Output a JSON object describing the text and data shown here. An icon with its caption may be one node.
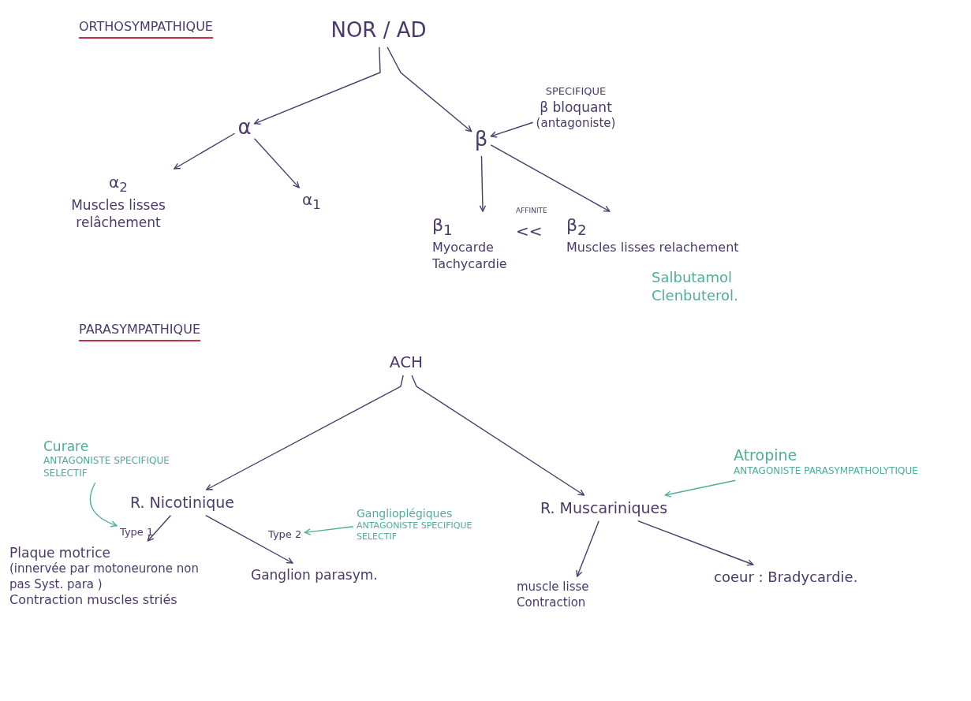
{
  "diagram": {
    "nodes": [
      {
        "text": [
          "NOR / AD"
        ]
      },
      {
        "text": [
          "α"
        ]
      },
      {
        "text": [
          "β"
        ]
      },
      {
        "text": [
          "α$_{2}$",
          "Muscles lisses relâchement"
        ]
      },
      {
        "text": [
          "α$_{1}$"
        ]
      },
      {
        "text": [
          "SPECIFIQUE",
          "β bloquant",
          "(antagoniste)"
        ]
      },
      {
        "text": [
          "β$_{1}$",
          "Myocarde Tachycardie"
        ]
      },
      {
        "text": [
          "β$_{2}$",
          "Muscles lisses relachement"
        ]
      },
      {
        "text": [
          "ACH"
        ]
      },
      {
        "text": [
          "R. Nicotinique"
        ]
      },
      {
        "text": [
          "R. Muscariniques"
        ]
      },
      {
        "text": [
          "Curare",
          "ANTAGONISTE SPECIFIQUE SELECTIF"
        ]
      },
      {
        "text": [
          "Type 1"
        ]
      },
      {
        "text": [
          "Plaque motrice",
          "(innervée par motoneurone non pas Syst. para )",
          "Contraction muscles striés"
        ]
      },
      {
        "text": [
          "Type 2"
        ]
      },
      {
        "text": [
          "Ganglioplégiques",
          "ANTAGONISTE SPECIFIQUE SELECTIF"
        ]
      },
      {
        "text": [
          "Ganglion parasym."
        ]
      },
      {
        "text": [
          "Atropine",
          "ANTAGONISTE PARASYMPATHOLYTIQUE"
        ]
      },
      {
        "text": [
          "muscle lisse Contraction"
        ]
      },
      {
        "text": [
          "coeur : Bradycardie."
        ]
      }
    ],
    "edges": [
      {
        "from": 0,
        "to": 1,
        "arrow": "to"
      },
      {
        "from": 0,
        "to": 2,
        "arrow": "to"
      },
      {
        "from": 1,
        "to": 3,
        "arrow": "to"
      },
      {
        "from": 1,
        "to": 4,
        "arrow": "to"
      },
      {
        "from": 5,
        "to": 2,
        "arrow": "to"
      },
      {
        "from": 2,
        "to": 6,
        "arrow": "to"
      },
      {
        "from": 2,
        "to": 7,
        "arrow": "to"
      },
      {
        "from": 8,
        "to": 9,
        "arrow": "to"
      },
      {
        "from": 8,
        "to": 10,
        "arrow": "to"
      },
      {
        "from": 11,
        "to": 12,
        "arrow": "to",
        "color": "#4fae9a"
      },
      {
        "from": 9,
        "to": 13,
        "arrow": "to"
      },
      {
        "from": 9,
        "to": 16,
        "arrow": "to"
      },
      {
        "from": 15,
        "to": 14,
        "arrow": "to",
        "color": "#4fae9a"
      },
      {
        "from": 17,
        "to": 10,
        "arrow": "to",
        "color": "#4fae9a"
      },
      {
        "from": 10,
        "to": 18,
        "arrow": "to"
      },
      {
        "from": 10,
        "to": 19,
        "arrow": "to"
      }
    ],
    "labels": [
      "ORTHOSYMPATHIQUE",
      "AFFINITE",
      "<<",
      "Salbutamol Clenbuterol.",
      "PARASYMPATHIQUE"
    ]
  }
}
